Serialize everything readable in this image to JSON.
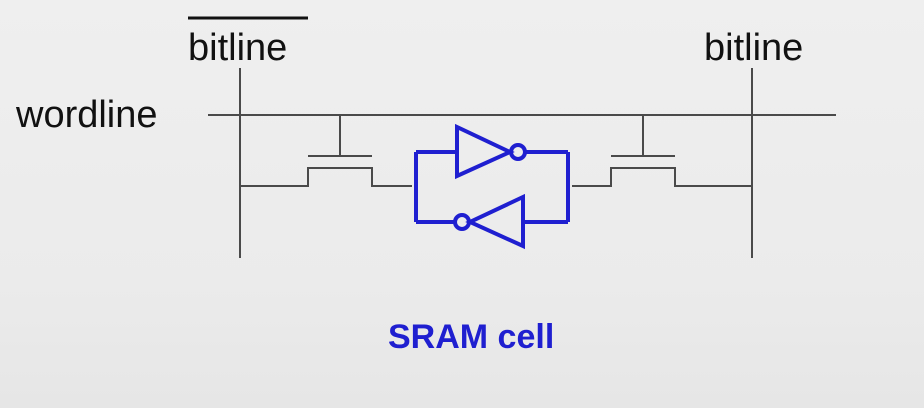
{
  "labels": {
    "bitline_bar": "bitline",
    "bitline": "bitline",
    "wordline": "wordline",
    "caption": "SRAM cell"
  },
  "colors": {
    "wire": "#4a4a4a",
    "text": "#111111",
    "inverter": "#1f1fd0",
    "caption": "#1f1fd0"
  }
}
